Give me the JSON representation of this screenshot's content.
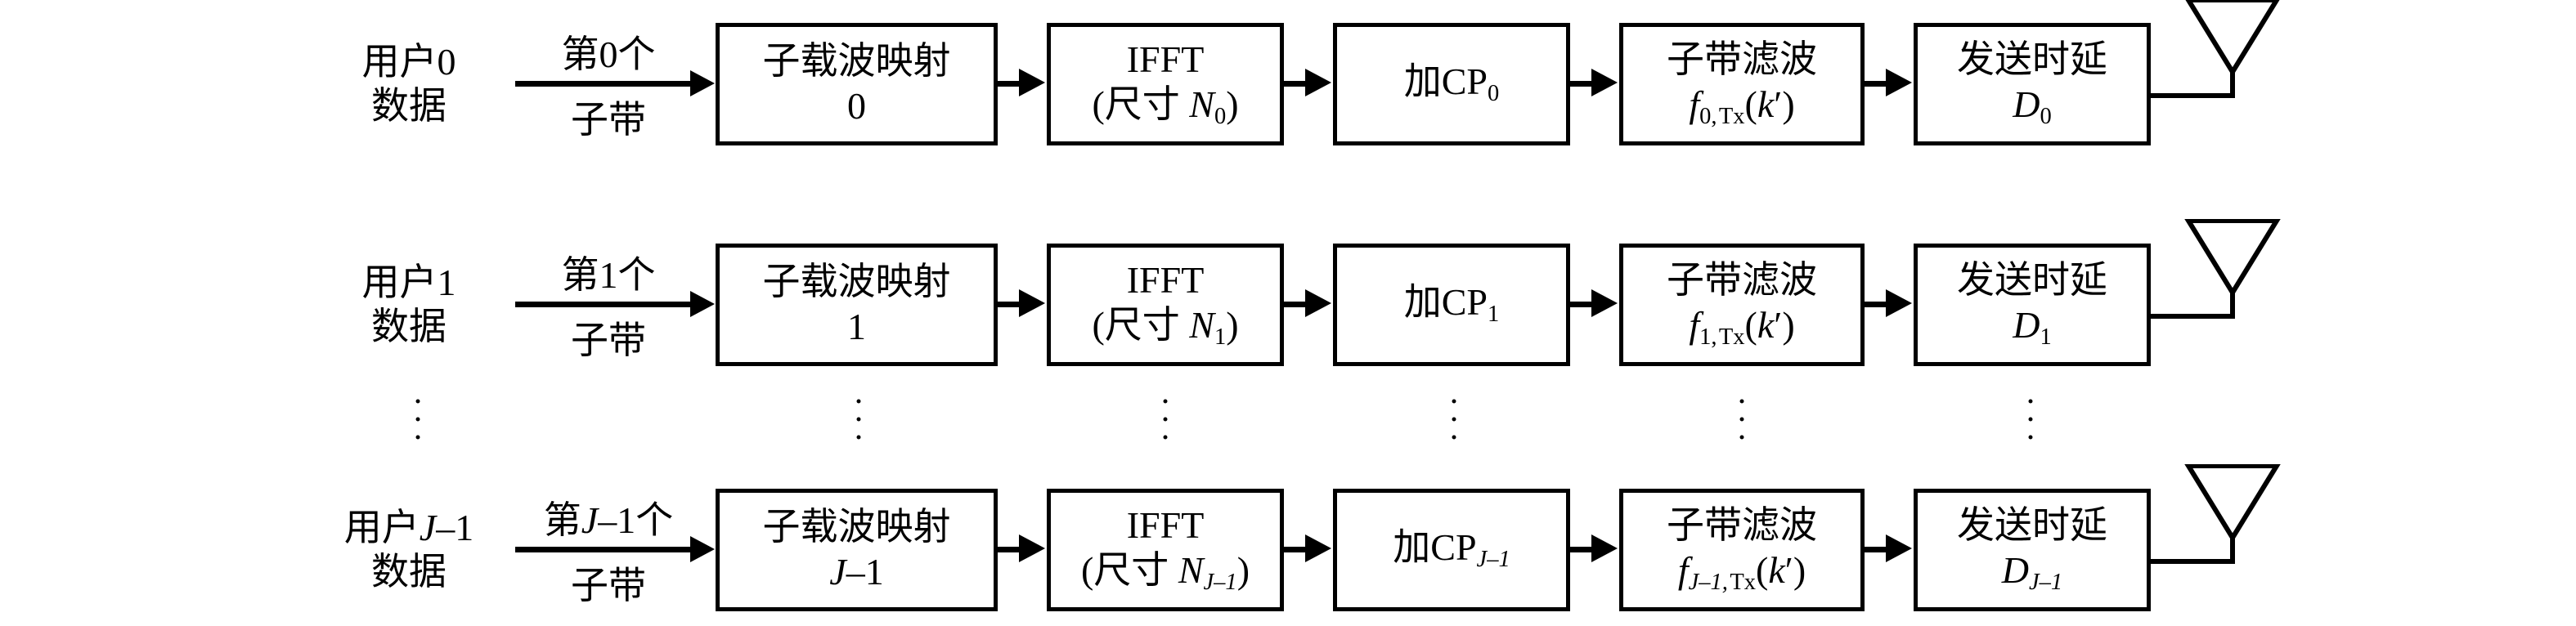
{
  "diagram": {
    "title": "Multi-user subband-filtered OFDM transmitter chain",
    "background": "#ffffff",
    "stroke": "#000000"
  },
  "rows": [
    {
      "id": "user-0",
      "source": {
        "line1": "用户0",
        "line2": "数据"
      },
      "arrow": {
        "above": "第0个",
        "below": "子带"
      },
      "stages": [
        {
          "name": "subcarrier-mapping",
          "line1": "子载波映射",
          "line2": "0"
        },
        {
          "name": "ifft",
          "line1": "IFFT",
          "line2": "(尺寸 N₀)"
        },
        {
          "name": "add-cp",
          "line1": "加CP₀",
          "line2": ""
        },
        {
          "name": "subband-filter",
          "line1": "子带滤波",
          "line2": "f₀, Tx(k′)"
        },
        {
          "name": "transmit-delay",
          "line1": "发送时延",
          "line2": "D₀"
        }
      ],
      "antenna": "antenna-0"
    },
    {
      "id": "user-1",
      "source": {
        "line1": "用户1",
        "line2": "数据"
      },
      "arrow": {
        "above": "第1个",
        "below": "子带"
      },
      "stages": [
        {
          "name": "subcarrier-mapping",
          "line1": "子载波映射",
          "line2": "1"
        },
        {
          "name": "ifft",
          "line1": "IFFT",
          "line2": "(尺寸 N₁)"
        },
        {
          "name": "add-cp",
          "line1": "加CP₁",
          "line2": ""
        },
        {
          "name": "subband-filter",
          "line1": "子带滤波",
          "line2": "f₁, Tx(k′)"
        },
        {
          "name": "transmit-delay",
          "line1": "发送时延",
          "line2": "D₁"
        }
      ],
      "antenna": "antenna-1"
    },
    {
      "id": "user-j-1",
      "source": {
        "line1": "用户J−1",
        "line2": "数据"
      },
      "arrow": {
        "above": "第J−1个",
        "below": "子带"
      },
      "stages": [
        {
          "name": "subcarrier-mapping",
          "line1": "子载波映射",
          "line2": "J−1"
        },
        {
          "name": "ifft",
          "line1": "IFFT",
          "line2": "(尺寸 N_{J−1})"
        },
        {
          "name": "add-cp",
          "line1": "加CP_{J−1}",
          "line2": ""
        },
        {
          "name": "subband-filter",
          "line1": "子带滤波",
          "line2": "f_{J−1, Tx}(k′)"
        },
        {
          "name": "transmit-delay",
          "line1": "发送时延",
          "line2": "D_{J−1}"
        }
      ],
      "antenna": "antenna-j-1"
    }
  ],
  "ellipsis": {
    "glyph": "⋮",
    "dot": "•",
    "columns": [
      "source",
      "subcarrier-mapping",
      "ifft",
      "add-cp",
      "subband-filter",
      "transmit-delay"
    ]
  }
}
